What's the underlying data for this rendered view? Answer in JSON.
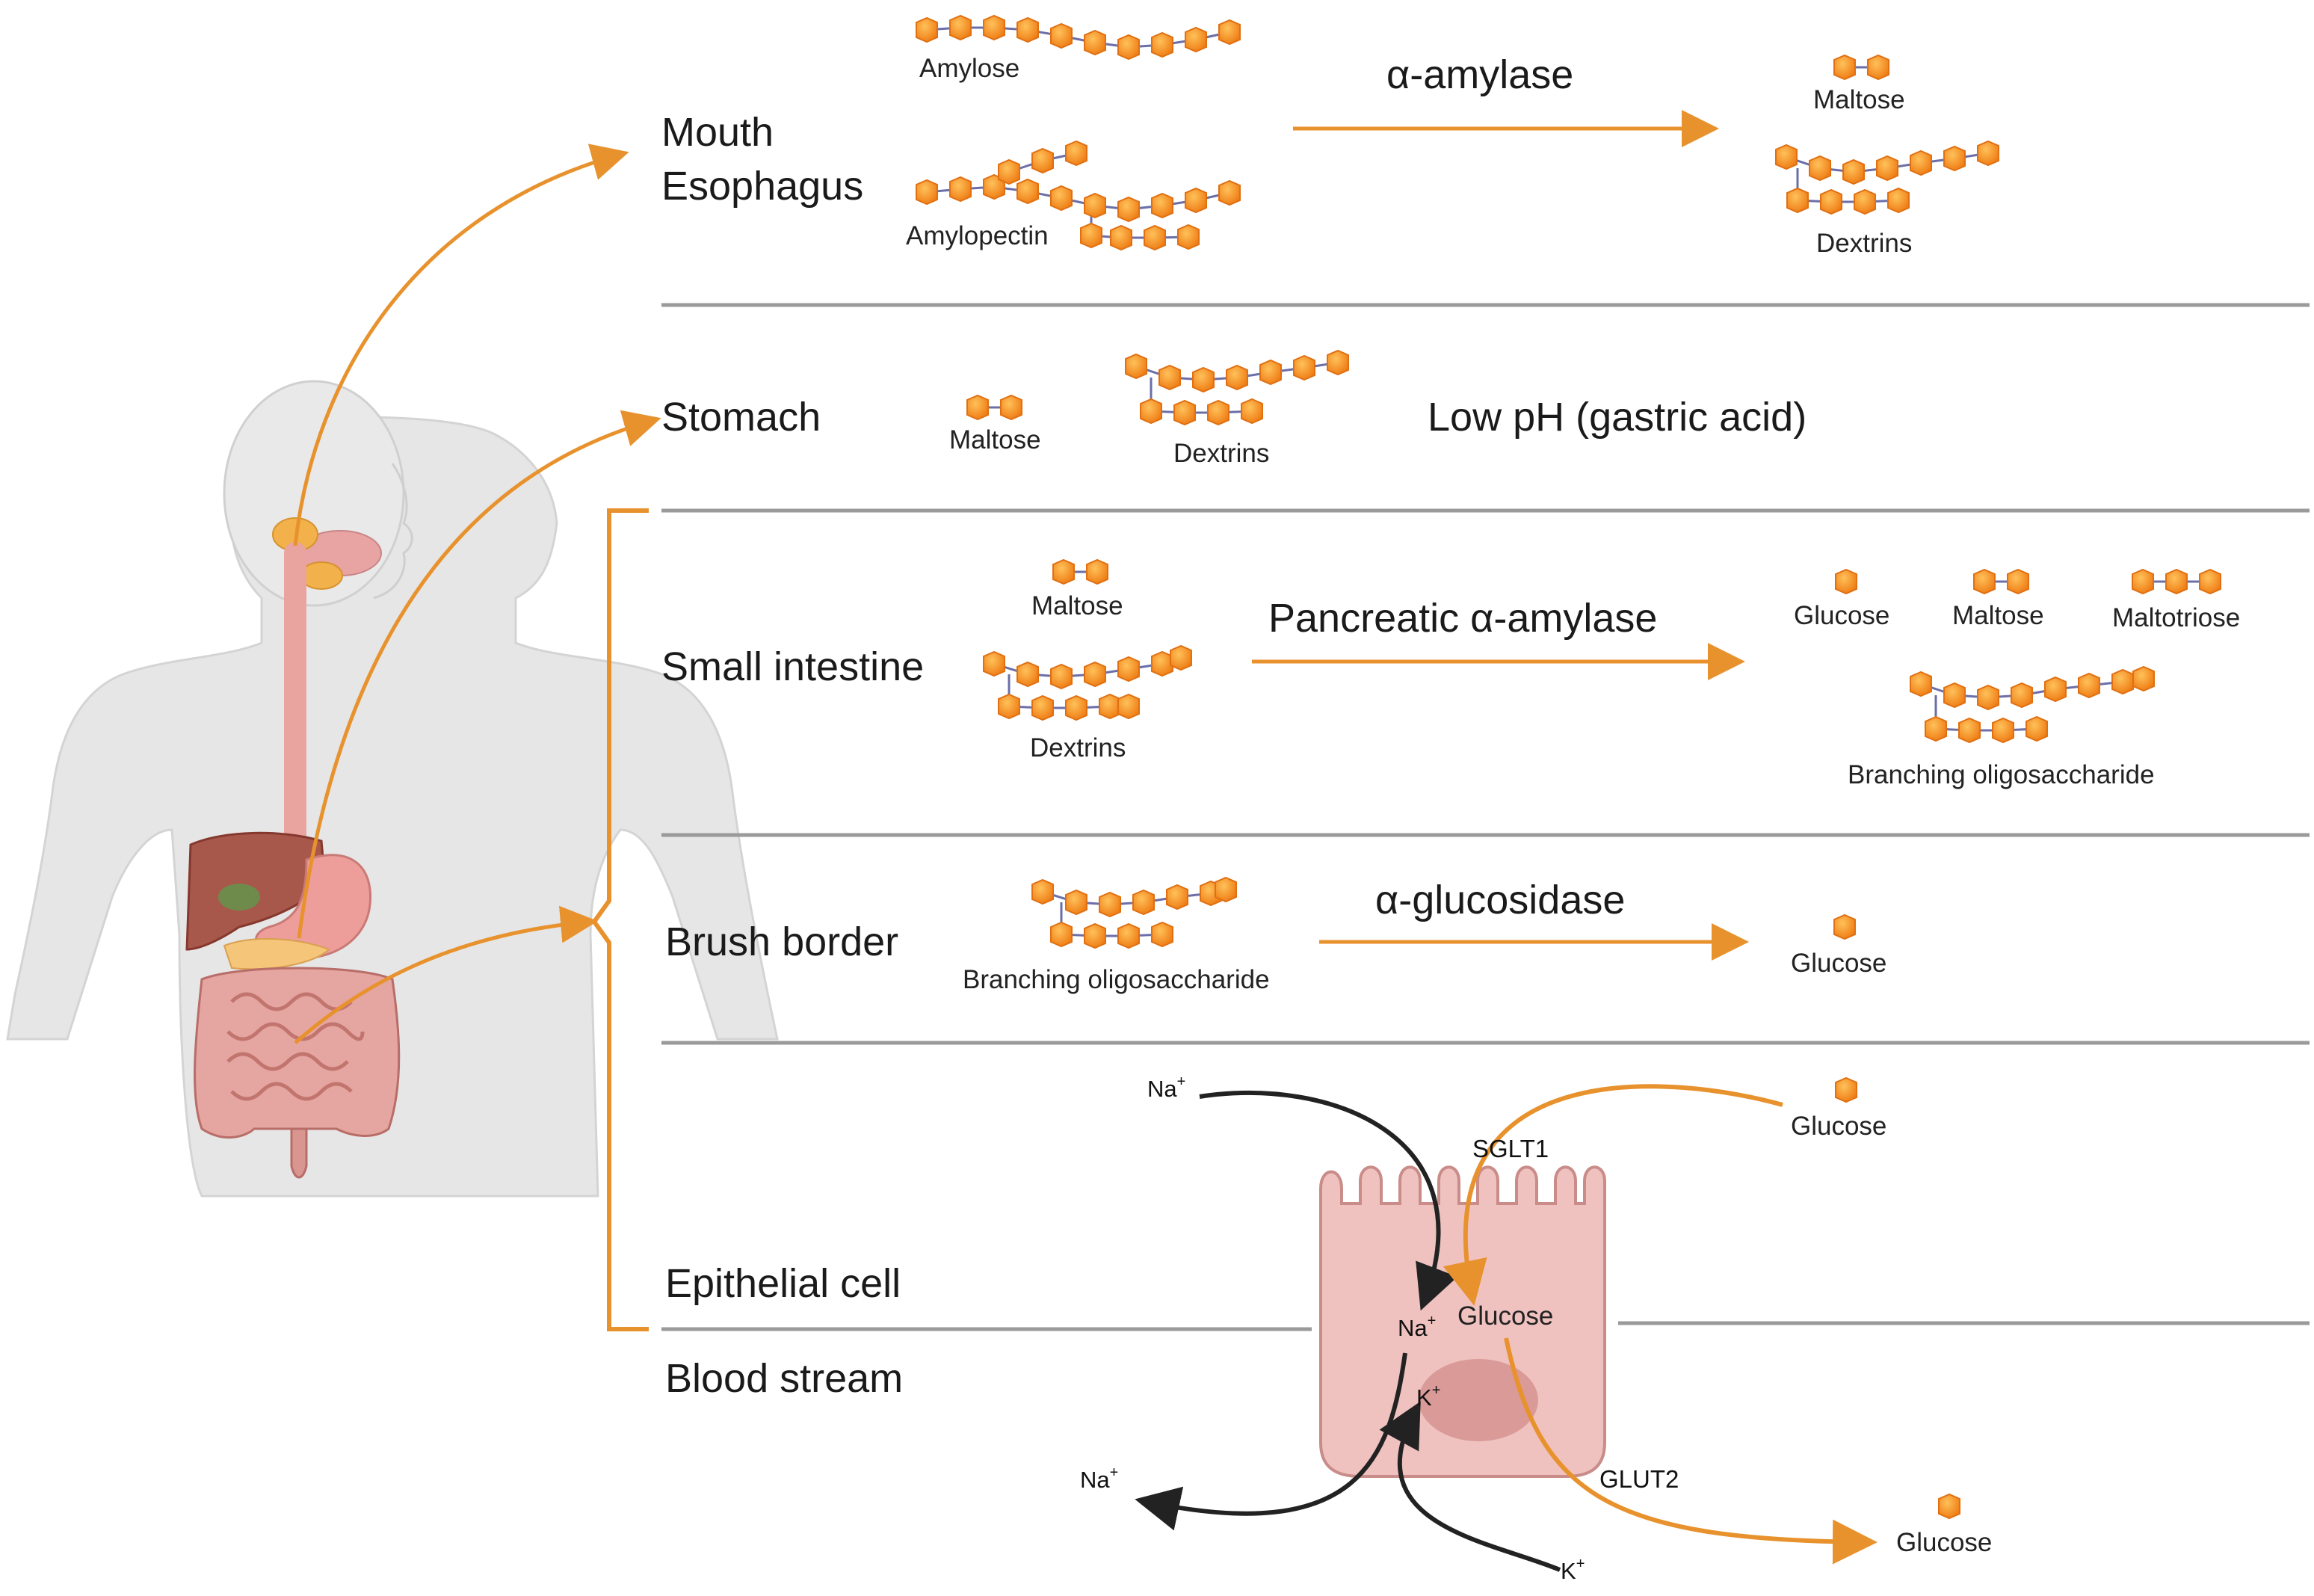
{
  "stages": {
    "mouth_line1": "Mouth",
    "mouth_line2": "Esophagus",
    "stomach": "Stomach",
    "small_intestine": "Small intestine",
    "brush_border": "Brush border",
    "epithelial_cell": "Epithelial cell",
    "blood_stream": "Blood stream"
  },
  "enzymes": {
    "mouth": "α-amylase",
    "stomach_condition": "Low pH (gastric acid)",
    "small_intestine": "Pancreatic α-amylase",
    "brush_border": "α-glucosidase"
  },
  "molecules": {
    "amylose": "Amylose",
    "amylopectin": "Amylopectin",
    "maltose": "Maltose",
    "dextrins": "Dextrins",
    "glucose": "Glucose",
    "maltotriose": "Maltotriose",
    "branching_oligosaccharide": "Branching oligosaccharide"
  },
  "transport": {
    "sglt1": "SGLT1",
    "glut2": "GLUT2",
    "na": "Na",
    "k": "K",
    "plus": "+",
    "glucose": "Glucose"
  },
  "colors": {
    "arrow_orange": "#E8922E",
    "sugar_orange": "#F28A1E",
    "divider_gray": "#9a9a9a",
    "cell_pink": "#EFC2C0",
    "body_gray": "#E6E6E6"
  }
}
